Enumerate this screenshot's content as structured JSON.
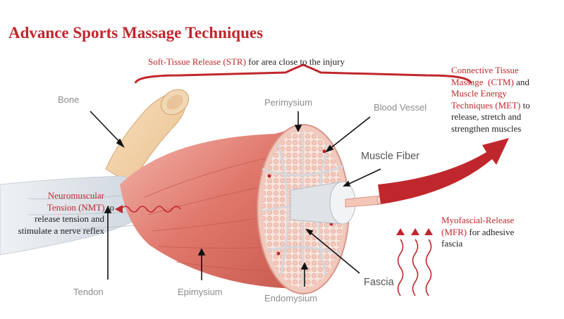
{
  "title": "Advance Sports Massage Techniques",
  "str": {
    "abbr": "Soft-Tissue Release (STR)",
    "desc": " for area close to the injury"
  },
  "ctm": {
    "line1": "Connective Tissue",
    "line2_red": "Massage  (CTM)",
    "line2_dark": " and",
    "line3": "Muscle Energy",
    "line4_red": "Techniques (MET)",
    "line4_dark": " to",
    "line5": "release, stretch and",
    "line6": "strengthen muscles"
  },
  "nmt": {
    "line1": "Neuromuscular",
    "line2_red": "Tension (NMT)",
    "line2_dark": " to",
    "line3": "release tension and",
    "line4": "stimulate a nerve reflex"
  },
  "mfr": {
    "line1": "Myofascial-Release",
    "line2_red": "(MFR)",
    "line2_dark": " for adhesive",
    "line3": "fascia"
  },
  "labels": {
    "bone": "Bone",
    "perimysium": "Perimysium",
    "blood_vessel": "Blood Vessel",
    "muscle_fiber": "Muscle Fiber",
    "fascia": "Fascia",
    "tendon": "Tendon",
    "epimysium": "Epimysium",
    "endomysium": "Endomysium"
  },
  "colors": {
    "accent": "#c0272d",
    "muscle": "#e08a80",
    "bone": "#f2d4ab",
    "label_gray": "#8c8c8c"
  }
}
